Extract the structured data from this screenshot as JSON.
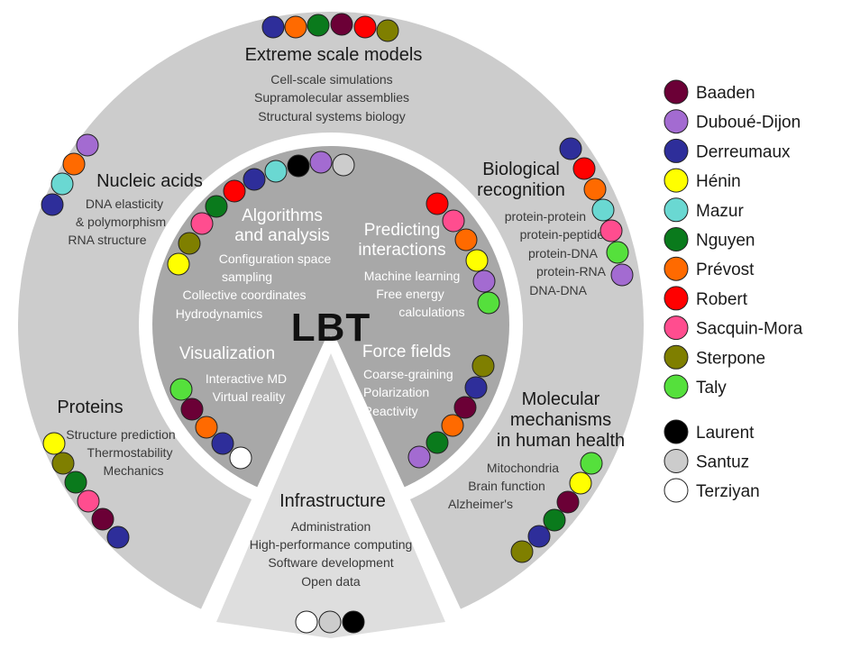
{
  "logo": "LBT",
  "people": [
    {
      "name": "Baaden",
      "color": "#6b0036"
    },
    {
      "name": "Duboué-Dijon",
      "color": "#a36bd1"
    },
    {
      "name": "Derreumaux",
      "color": "#2e2e9a"
    },
    {
      "name": "Hénin",
      "color": "#ffff00"
    },
    {
      "name": "Mazur",
      "color": "#6ad8d2"
    },
    {
      "name": "Nguyen",
      "color": "#0a7a1c"
    },
    {
      "name": "Prévost",
      "color": "#ff6a00"
    },
    {
      "name": "Robert",
      "color": "#ff0000"
    },
    {
      "name": "Sacquin-Mora",
      "color": "#ff4d8f"
    },
    {
      "name": "Sterpone",
      "color": "#7f7f00"
    },
    {
      "name": "Taly",
      "color": "#55e03c"
    }
  ],
  "staff": [
    {
      "name": "Laurent",
      "color": "#000000"
    },
    {
      "name": "Santuz",
      "color": "#cccccc"
    },
    {
      "name": "Terziyan",
      "color": "#ffffff"
    }
  ],
  "outer": {
    "extreme": {
      "title": "Extreme scale models",
      "lines": [
        "Cell-scale simulations",
        "Supramolecular assemblies",
        "Structural systems biology"
      ]
    },
    "nucleic": {
      "title": "Nucleic acids",
      "lines": [
        "DNA elasticity",
        "& polymorphism",
        "RNA structure"
      ]
    },
    "recognition": {
      "title_lines": [
        "Biological",
        "recognition"
      ],
      "lines": [
        "protein-protein",
        "protein-peptide",
        "protein-DNA",
        "protein-RNA",
        "DNA-DNA"
      ]
    },
    "proteins": {
      "title": "Proteins",
      "lines": [
        "Structure prediction",
        "Thermostability",
        "Mechanics"
      ]
    },
    "molecular": {
      "title_lines": [
        "Molecular",
        "mechanisms",
        "in human health"
      ],
      "lines": [
        "Mitochondria",
        "Brain function",
        "Alzheimer's"
      ]
    }
  },
  "inner": {
    "algorithms": {
      "title_lines": [
        "Algorithms",
        "and analysis"
      ],
      "lines": [
        "Configuration space",
        "sampling",
        "Collective coordinates",
        "Hydrodynamics"
      ]
    },
    "predicting": {
      "title_lines": [
        "Predicting",
        "interactions"
      ],
      "lines": [
        "Machine learning",
        "Free energy",
        "calculations"
      ]
    },
    "visualization": {
      "title": "Visualization",
      "lines": [
        "Interactive MD",
        "Virtual reality"
      ]
    },
    "forcefields": {
      "title": "Force fields",
      "lines": [
        "Coarse-graining",
        "Polarization",
        "Reactivity"
      ]
    }
  },
  "infrastructure": {
    "title": "Infrastructure",
    "lines": [
      "Administration",
      "High-performance computing",
      "Software development",
      "Open data"
    ]
  }
}
